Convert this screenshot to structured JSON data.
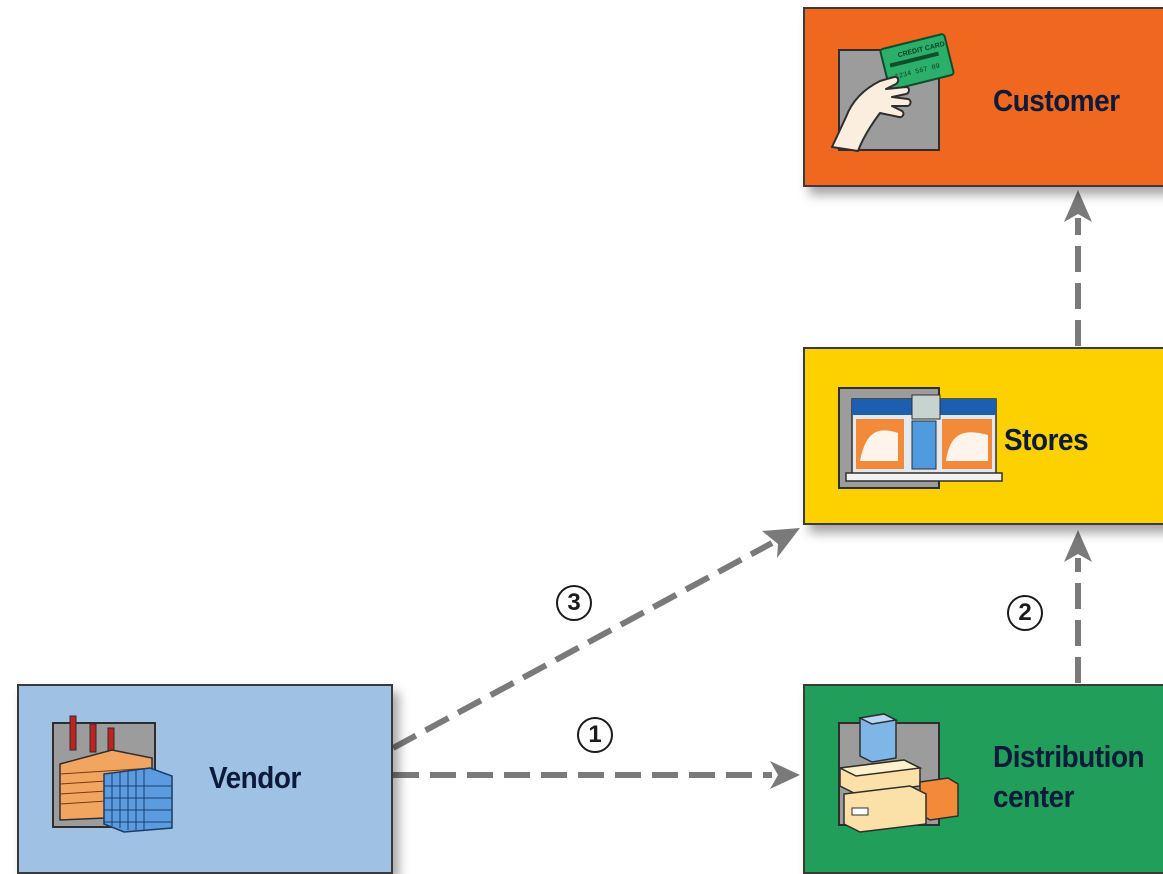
{
  "nodes": {
    "customer": {
      "label": "Customer",
      "color": "#f0671f"
    },
    "stores": {
      "label": "Stores",
      "color": "#fdd000"
    },
    "vendor": {
      "label": "Vendor",
      "color": "#9fc1e3"
    },
    "distribution": {
      "label_line1": "Distribution",
      "label_line2": "center",
      "color": "#229e5b"
    }
  },
  "icons": {
    "customer": "credit-card-hand-icon",
    "stores": "storefront-icon",
    "vendor": "factory-icon",
    "distribution": "boxes-icon"
  },
  "credit_card": {
    "line1": "CREDIT CARD",
    "line2": "1234 567 89"
  },
  "steps": [
    "1",
    "2",
    "3"
  ],
  "arrow_color": "#7a7a7a"
}
